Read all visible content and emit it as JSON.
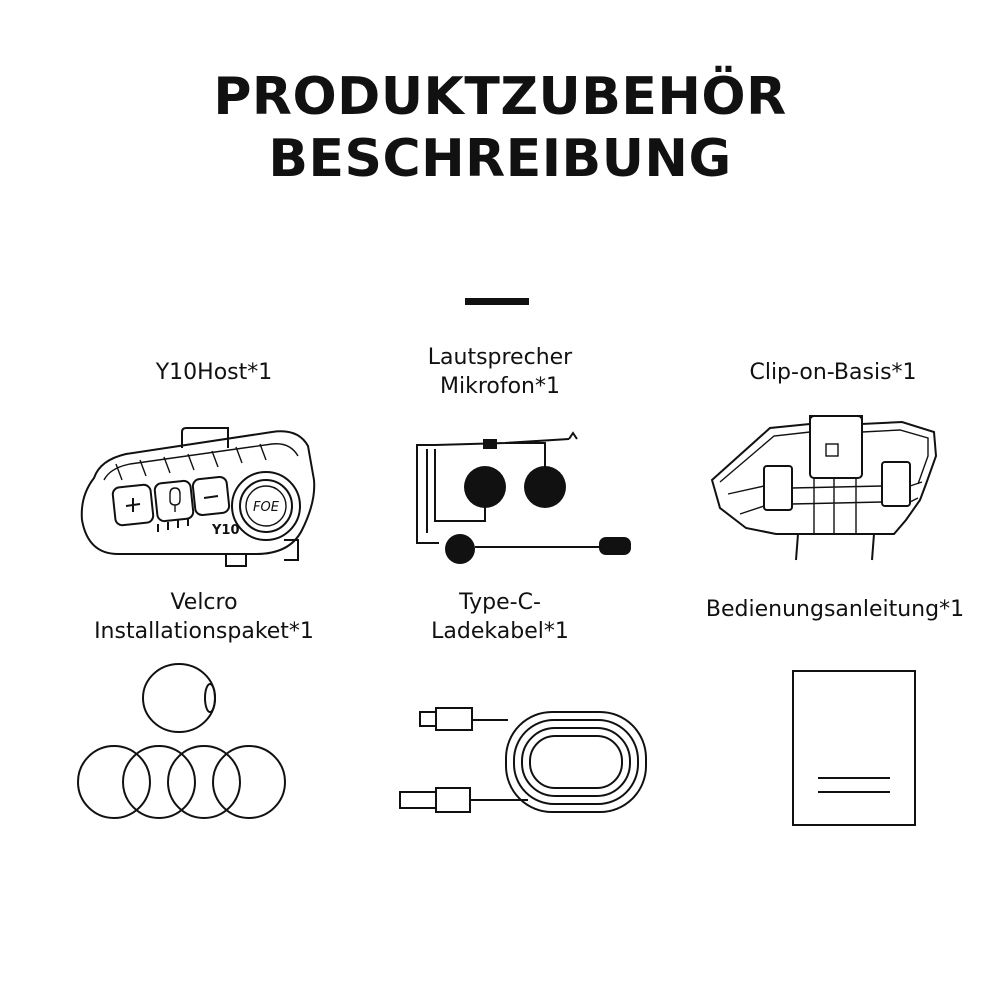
{
  "title": {
    "line1": "PRODUKTZUBEHÖR",
    "line2": "BESCHREIBUNG"
  },
  "items": [
    {
      "label_lines": [
        "Y10Host*1"
      ],
      "icon": "intercom-device-icon",
      "device_text": "Y10",
      "knob_text": "FOE"
    },
    {
      "label_lines": [
        "Lautsprecher",
        "Mikrofon*1"
      ],
      "icon": "speaker-microphone-icon"
    },
    {
      "label_lines": [
        "Clip-on-Basis*1"
      ],
      "icon": "clip-mount-icon"
    },
    {
      "label_lines": [
        "Velcro",
        "Installationspaket*1"
      ],
      "icon": "velcro-pads-icon"
    },
    {
      "label_lines": [
        "Type-C-",
        "Ladekabel*1"
      ],
      "icon": "usb-c-cable-icon"
    },
    {
      "label_lines": [
        "Bedienungsanleitung*1"
      ],
      "icon": "manual-booklet-icon"
    }
  ]
}
